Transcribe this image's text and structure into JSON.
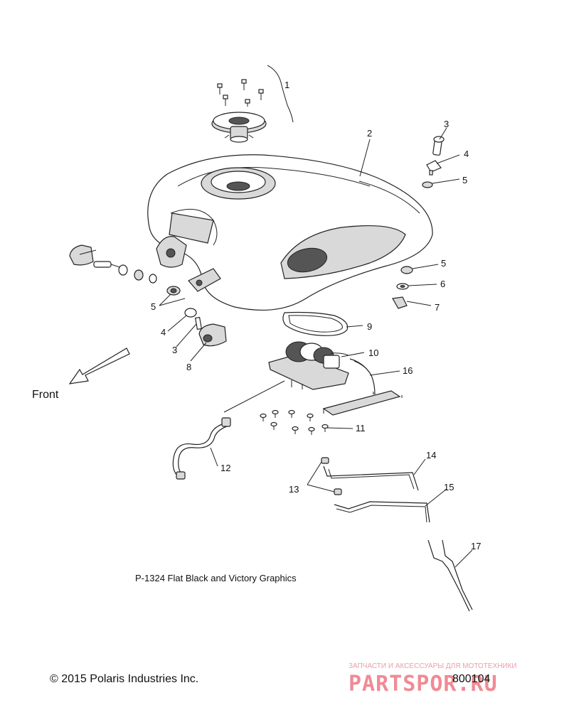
{
  "callouts": [
    {
      "id": "c1",
      "text": "1"
    },
    {
      "id": "c2",
      "text": "2"
    },
    {
      "id": "c3a",
      "text": "3"
    },
    {
      "id": "c4a",
      "text": "4"
    },
    {
      "id": "c5a",
      "text": "5"
    },
    {
      "id": "c5b",
      "text": "5"
    },
    {
      "id": "c6",
      "text": "6"
    },
    {
      "id": "c7",
      "text": "7"
    },
    {
      "id": "c5c",
      "text": "5"
    },
    {
      "id": "c4b",
      "text": "4"
    },
    {
      "id": "c3b",
      "text": "3"
    },
    {
      "id": "c8",
      "text": "8"
    },
    {
      "id": "c9",
      "text": "9"
    },
    {
      "id": "c10",
      "text": "10"
    },
    {
      "id": "c16",
      "text": "16"
    },
    {
      "id": "c11",
      "text": "11"
    },
    {
      "id": "c12",
      "text": "12"
    },
    {
      "id": "c13",
      "text": "13"
    },
    {
      "id": "c14",
      "text": "14"
    },
    {
      "id": "c15",
      "text": "15"
    },
    {
      "id": "c17",
      "text": "17"
    }
  ],
  "front_label": "Front",
  "caption": "P-1324 Flat Black and Victory Graphics",
  "copyright": "© 2015 Polaris Industries Inc.",
  "diagram_number": "800104",
  "watermark": {
    "tagline": "ЗАПЧАСТИ И АКСЕССУАРЫ ДЛЯ МОТОТЕХНИКИ",
    "logo": "PARTSPOR.RU",
    "color": "#ef8b95"
  }
}
